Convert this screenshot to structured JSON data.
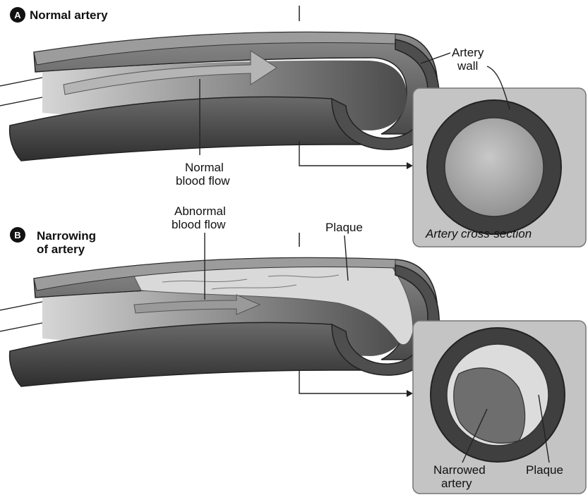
{
  "panel_a": {
    "badge": "A",
    "title": "Normal artery",
    "labels": {
      "artery_wall_line1": "Artery",
      "artery_wall_line2": "wall",
      "flow_line1": "Normal",
      "flow_line2": "blood flow"
    },
    "cross_section_caption": "Artery cross-section"
  },
  "panel_b": {
    "badge": "B",
    "title_line1": "Narrowing",
    "title_line2": "of artery",
    "labels": {
      "flow_line1": "Abnormal",
      "flow_line2": "blood flow",
      "plaque": "Plaque",
      "narrowed_line1": "Narrowed",
      "narrowed_line2": "artery",
      "plaque_cross": "Plaque"
    }
  },
  "colors": {
    "wall_dark": "#3d3d3d",
    "wall_mid": "#5e5e5e",
    "lumen_light": "#a8a8a8",
    "plaque": "#d9d9d9",
    "box_fill": "#c4c4c4"
  }
}
